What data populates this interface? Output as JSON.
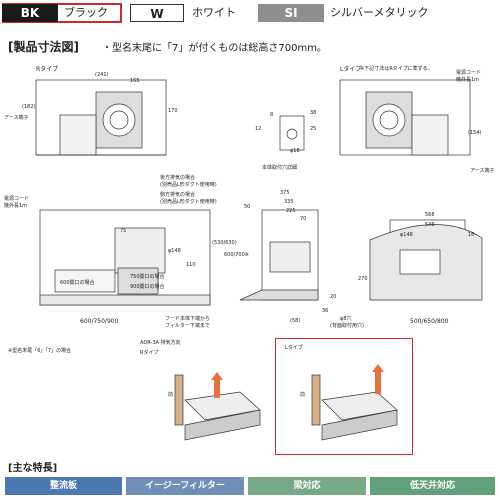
{
  "colors": {
    "black": {
      "code": "BK",
      "name": "ブラック",
      "hex": "#1a1a1a"
    },
    "white": {
      "code": "W",
      "name": "ホワイト",
      "hex": "#ffffff"
    },
    "silver": {
      "code": "SI",
      "name": "シルバーメタリック",
      "hex": "#8e8e8e"
    },
    "highlight": "#d0282c"
  },
  "section_title": "[製品寸法図]",
  "note": "・型名末尾に「7」が付くものは総高さ700mm。",
  "drawing": {
    "r_type": "Rタイプ",
    "l_type": "Lタイプ",
    "l_type_note": "※下記寸法はRタイプに準ずる。",
    "earth": "アース端子",
    "earth2": "アース端子",
    "power_cord": "電源コード",
    "power_cord_len": "機外長1m",
    "power_cord_r": "電源コード",
    "power_cord_r_len": "機外長1m",
    "power_cord_l": "電源コード",
    "power_cord_l_len": "機外長1m",
    "mount_hole": "本体取付穴詳細",
    "rear_exhaust": "後方排気の場合",
    "rear_exhaust_sub": "(別売品L形ダクト使用時)",
    "side_exhaust": "側方排気の場合",
    "side_exhaust_sub": "(別売品L形ダクト使用時)",
    "h600": "600関口の場合",
    "h750": "750関口の場合",
    "h900": "900関口の場合",
    "hood_note1": "フード本体下端から",
    "hood_note2": "フィルター下端まで",
    "rear_hole": "(背面取付用穴)",
    "width_label": "600/750/900",
    "width_label2": "500/650/800",
    "model_note": "※型名末尾「6」「7」の場合",
    "exhaust_dir": "ADR-3A 排気方向",
    "r_type2": "Rタイプ",
    "l_type2": "Lタイプ",
    "front": "前",
    "front2": "前",
    "dims": {
      "d241": "(241)",
      "d165": "165",
      "d182": "(182)",
      "d170": "170",
      "d375": "375",
      "d335": "335",
      "d225": "225",
      "d70": "70",
      "d75": "75",
      "d50": "50",
      "d148": "φ148",
      "d110": "110",
      "d530": "(530/630)",
      "d600700": "600/700※",
      "d270": "270",
      "d20": "20",
      "d36": "36",
      "d58": "(58)",
      "d12": "12",
      "d8": "8",
      "d25": "25",
      "d38": "38",
      "phi18": "φ18",
      "d568": "568",
      "d536": "536",
      "d16": "16",
      "phi8": "φ8穴",
      "d154": "(154)",
      "phi148b": "φ148"
    }
  },
  "features_title": "[主な特長]",
  "features": [
    "整流板",
    "イージーフィルター",
    "梁対応",
    "低天井対応"
  ]
}
